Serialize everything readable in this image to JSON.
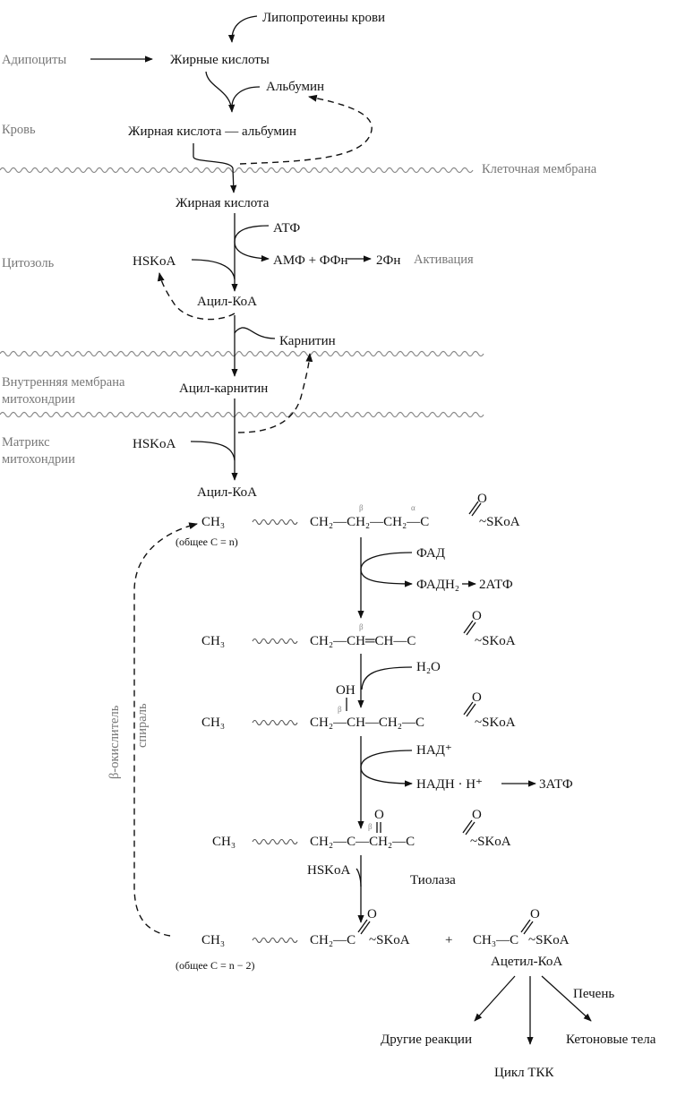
{
  "regions": {
    "adipocytes": "Адипоциты",
    "blood": "Кровь",
    "cell_membrane": "Клеточная мембрана",
    "cytosol": "Цитозоль",
    "inner_membrane_1": "Внутренняя мембрана",
    "inner_membrane_2": "митохондрии",
    "matrix_1": "Матрикс",
    "matrix_2": "митохондрии",
    "activation": "Активация",
    "spiral_1": "β-окислитель",
    "spiral_2": "спираль"
  },
  "transport": {
    "lipoproteins": "Липопротеины крови",
    "fatty_acids": "Жирные кислоты",
    "albumin": "Альбумин",
    "fa_albumin": "Жирная кислота — альбумин",
    "fatty_acid": "Жирная кислота",
    "atp": "АТФ",
    "amp_ppi": "АМФ + ФФн",
    "two_pi": "2Фн",
    "hskoa_1": "HSKoA",
    "acyl_coa_1": "Ацил-КоА",
    "carnitine": "Карнитин",
    "acyl_carnitine": "Ацил-карнитин",
    "hskoa_2": "HSKoA",
    "acyl_coa_2": "Ацил-КоА"
  },
  "beta_oxidation": {
    "row1": {
      "ch3": "CH₃",
      "chain": "CH₂—CH₂—CH₂—C",
      "tail": "~SKoA",
      "o": "O",
      "beta": "β",
      "alpha": "α",
      "note": "(общее C = n)"
    },
    "fad": "ФАД",
    "fadh2": "ФАДН₂",
    "atp2": "2АТФ",
    "row2": {
      "ch3": "CH₃",
      "chain": "CH₂—CH═CH—C",
      "tail": "~SKoA",
      "o": "O",
      "beta": "β"
    },
    "h2o": "H₂O",
    "row3": {
      "ch3": "CH₃",
      "chain": "CH₂—CH—CH₂—C",
      "tail": "~SKoA",
      "o": "O",
      "oh": "OH",
      "beta": "β"
    },
    "nad": "НАД⁺",
    "nadh": "НАДН · Н⁺",
    "atp3": "3АТФ",
    "row4": {
      "ch3": "CH₃",
      "chain": "CH₂—C—CH₂—C",
      "tail": "~SKoA",
      "o1": "O",
      "o2": "O",
      "beta": "β"
    },
    "hskoa": "HSKoA",
    "thiolase": "Тиолаза",
    "row5": {
      "ch3": "CH₃",
      "chain": "CH₂—C",
      "tail": "~SKoA",
      "o": "O",
      "plus": "+",
      "acetyl": "CH₃—C",
      "acetyl_tail": "~SKoA",
      "o2": "O",
      "note": "(общее C = n − 2)"
    },
    "acetyl_coa": "Ацетил-КоА"
  },
  "fates": {
    "liver": "Печень",
    "other": "Другие реакции",
    "ketones": "Кетоновые тела",
    "tca": "Цикл ТКК"
  }
}
